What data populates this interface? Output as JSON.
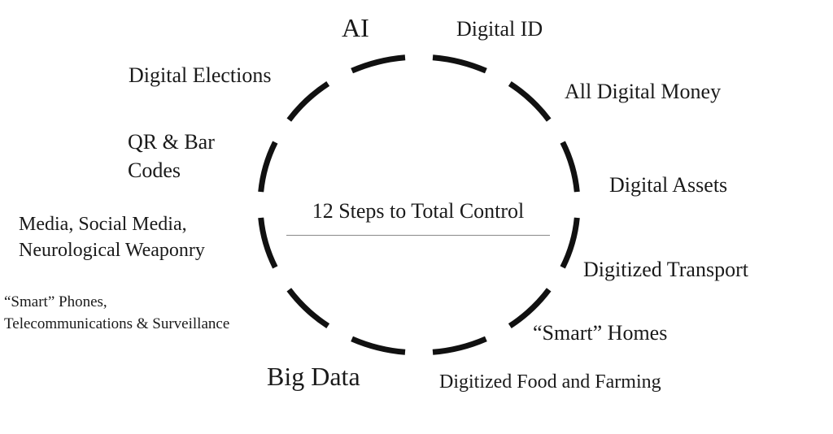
{
  "diagram": {
    "center_title": "12 Steps to Total Control",
    "steps": [
      {
        "id": "ai",
        "lines": [
          "AI"
        ]
      },
      {
        "id": "digital-id",
        "lines": [
          "Digital ID"
        ]
      },
      {
        "id": "all-digital-money",
        "lines": [
          "All Digital Money"
        ]
      },
      {
        "id": "digital-assets",
        "lines": [
          "Digital Assets"
        ]
      },
      {
        "id": "digitized-transport",
        "lines": [
          "Digitized Transport"
        ]
      },
      {
        "id": "smart-homes",
        "lines": [
          "“Smart” Homes"
        ]
      },
      {
        "id": "digitized-food-farming",
        "lines": [
          "Digitized Food and Farming"
        ]
      },
      {
        "id": "big-data",
        "lines": [
          "Big Data"
        ]
      },
      {
        "id": "smart-phones",
        "lines": [
          "“Smart” Phones,",
          "Telecommunications & Surveillance"
        ]
      },
      {
        "id": "media",
        "lines": [
          "Media, Social Media,",
          "Neurological Weaponry"
        ]
      },
      {
        "id": "qr-bar-codes",
        "lines": [
          "QR & Bar",
          "Codes"
        ]
      },
      {
        "id": "digital-elections",
        "lines": [
          "Digital Elections"
        ]
      }
    ],
    "ring_color": "#111111",
    "text_color": "#1a1a1a"
  }
}
